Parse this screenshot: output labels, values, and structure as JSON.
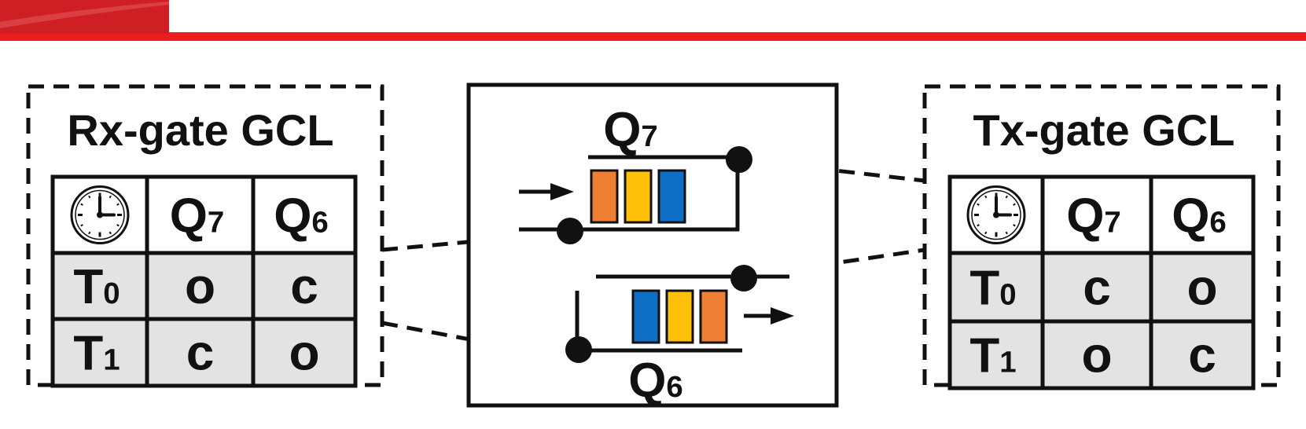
{
  "colors": {
    "header_bar": "#ee1c1c",
    "header_logo": "#cf1f24",
    "cell_shade": "#e3e3e3",
    "packet_orange": "#ef7f35",
    "packet_yellow": "#fec009",
    "packet_blue": "#0f6fc6",
    "stroke": "#111111"
  },
  "rx_panel": {
    "title": "Rx-gate GCL",
    "clock_icon": "clock-icon",
    "headers": [
      {
        "main": "Q",
        "sub": "7"
      },
      {
        "main": "Q",
        "sub": "6"
      }
    ],
    "rows": [
      {
        "time": {
          "main": "T",
          "sub": "0"
        },
        "cells": [
          "o",
          "c"
        ]
      },
      {
        "time": {
          "main": "T",
          "sub": "1"
        },
        "cells": [
          "c",
          "o"
        ]
      }
    ]
  },
  "tx_panel": {
    "title": "Tx-gate GCL",
    "clock_icon": "clock-icon",
    "headers": [
      {
        "main": "Q",
        "sub": "7"
      },
      {
        "main": "Q",
        "sub": "6"
      }
    ],
    "rows": [
      {
        "time": {
          "main": "T",
          "sub": "0"
        },
        "cells": [
          "c",
          "o"
        ]
      },
      {
        "time": {
          "main": "T",
          "sub": "1"
        },
        "cells": [
          "o",
          "c"
        ]
      }
    ]
  },
  "queues": {
    "top": {
      "main": "Q",
      "sub": "7",
      "packets": [
        "orange",
        "yellow",
        "blue"
      ]
    },
    "bottom": {
      "main": "Q",
      "sub": "6",
      "packets": [
        "blue",
        "yellow",
        "orange"
      ]
    }
  }
}
